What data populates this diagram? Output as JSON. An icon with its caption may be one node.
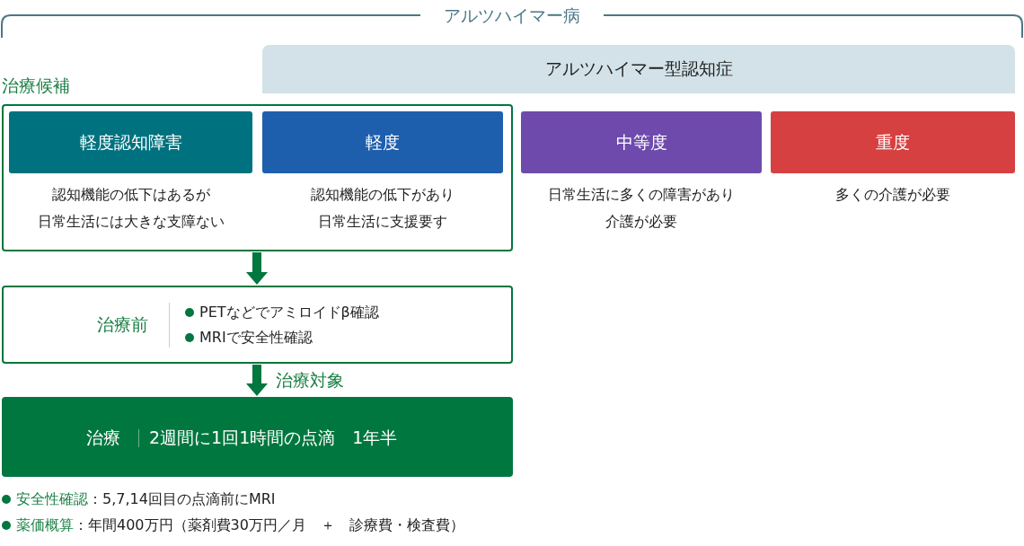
{
  "diagram": {
    "nodes": [
      {
        "text": [
          "アルツハイマー型認知症"
        ]
      },
      {
        "text": [
          "治療候補"
        ]
      },
      {
        "text": [
          "軽度認知障害",
          "認知機能の低下はあるが日常生活には大きな支障ない"
        ],
        "in": 1
      },
      {
        "text": [
          "軽度",
          "認知機能の低下があり日常生活に支援要す"
        ],
        "in": 1
      },
      {
        "text": [
          "中等度",
          "日常生活に多くの障害があり介護が必要"
        ]
      },
      {
        "text": [
          "重度",
          "多くの介護が必要"
        ]
      },
      {
        "text": [
          "治療前",
          "PETなどでアミロイドβ確認",
          "MRIで安全性確認"
        ]
      },
      {
        "text": [
          "治療",
          "2週間に1回1時間の点滴　1年半"
        ]
      }
    ],
    "edges": [
      {
        "from": 1,
        "to": 6,
        "arrow": "to"
      },
      {
        "from": 6,
        "to": 7,
        "arrow": "to",
        "label": "治療対象"
      }
    ],
    "labels": [
      "アルツハイマー病",
      "安全性確認",
      "：5,7,14回目の点滴前にMRI",
      "薬価概算",
      "：年間400万円（薬剤費30万円／月　＋　診療費・検査費）"
    ]
  }
}
